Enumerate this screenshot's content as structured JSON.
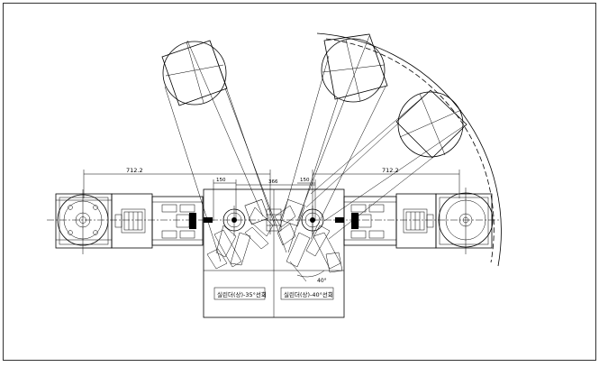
{
  "drawing": {
    "dimensions": {
      "left_span": "712.2",
      "right_span": "712.2",
      "left_inner": "150",
      "right_inner": "150",
      "center_gap": "366"
    },
    "angle_label": "40°",
    "captions": {
      "left": "실린더(상)-35°선회",
      "right": "실린더(상)-40°선회"
    }
  }
}
